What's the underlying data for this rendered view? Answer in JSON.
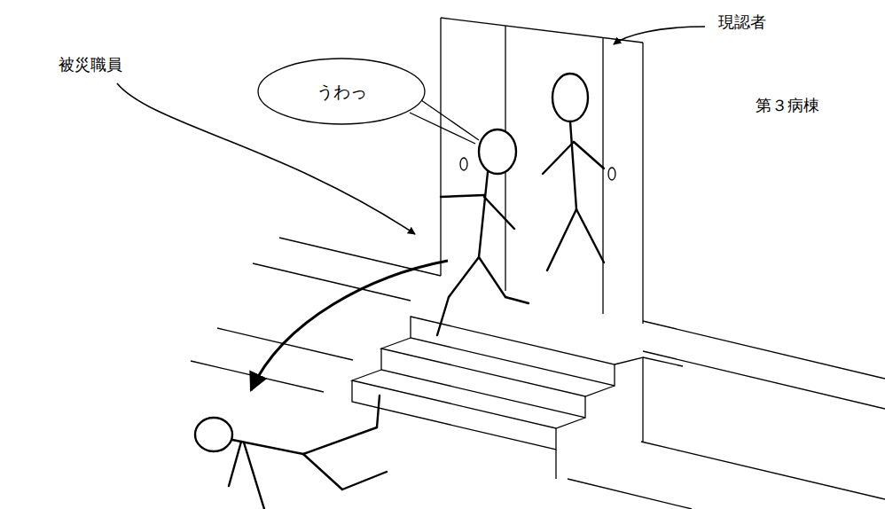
{
  "diagram": {
    "nodes": [
      {
        "text": [
          "うわっ"
        ]
      }
    ],
    "edges": [],
    "labels": [
      "現認者",
      "被災職員",
      "第３病棟"
    ]
  }
}
